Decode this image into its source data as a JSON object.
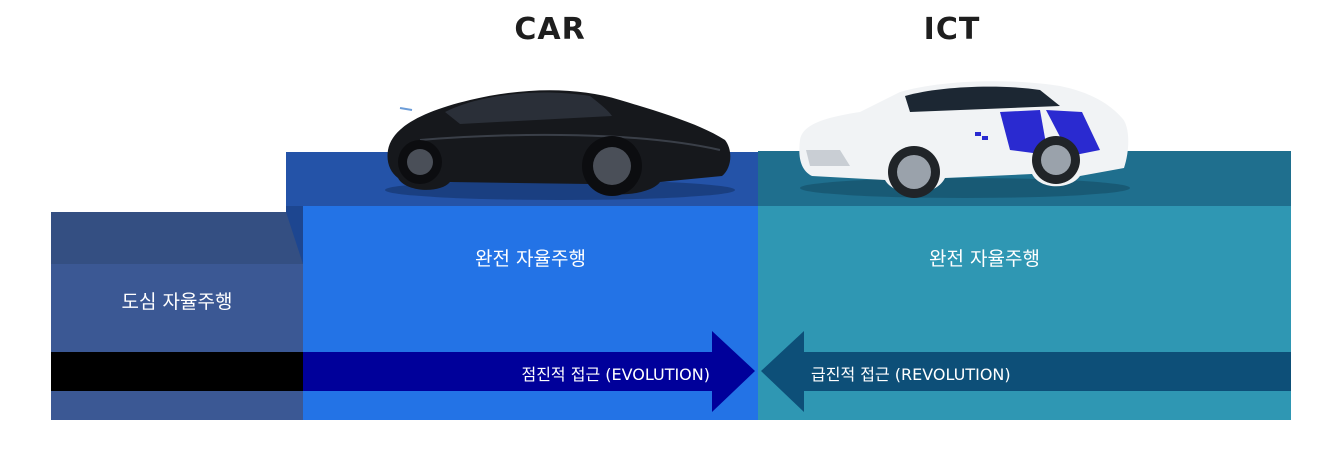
{
  "headings": {
    "car": "CAR",
    "ict": "ICT"
  },
  "stages": {
    "urban": "도심 자율주행",
    "full_car": "완전 자율주행",
    "full_ict": "완전 자율주행"
  },
  "approaches": {
    "evolution": "점진적 접근 (EVOLUTION)",
    "revolution": "급진적 접근 (REVOLUTION)"
  },
  "colors": {
    "urban_top": "#344f82",
    "urban_front": "#3b5894",
    "car_top": "#2453a8",
    "car_front": "#2373e6",
    "ict_top": "#1f6f8e",
    "ict_front": "#2f97b3",
    "evolution_arrow": "#00009a",
    "revolution_arrow": "#0d4f78",
    "black_band": "#000000"
  }
}
